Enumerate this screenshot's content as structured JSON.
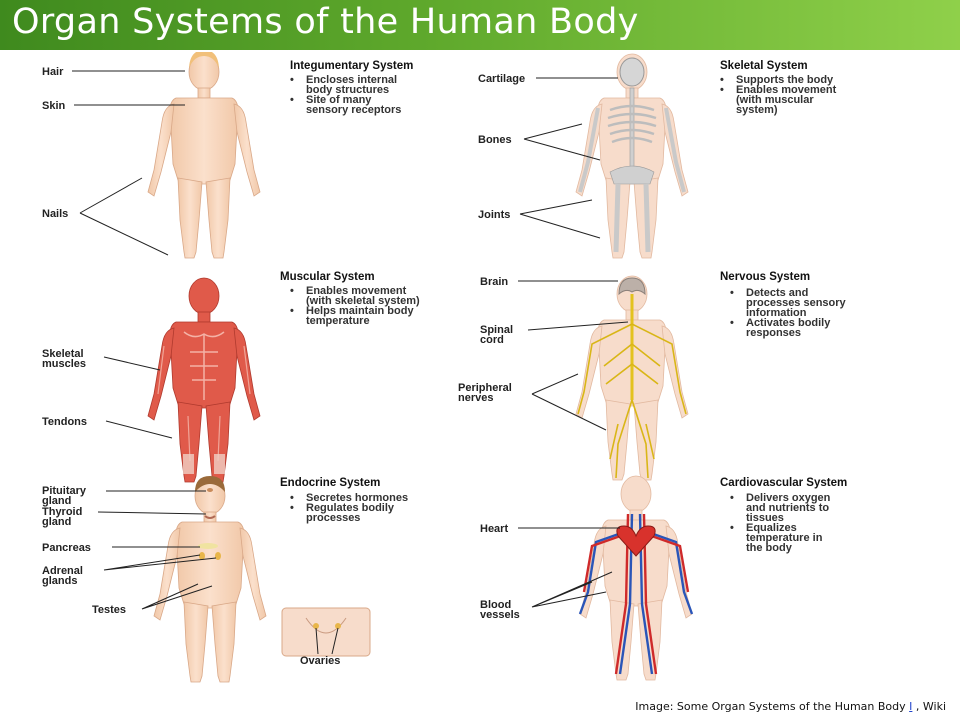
{
  "title": "Organ Systems of the Human Body",
  "caption": {
    "text": "Image: Some Organ Systems of the Human Body ",
    "link": "I",
    "suffix": " , Wiki"
  },
  "panels": {
    "integumentary": {
      "heading": "Integumentary System",
      "bullets": [
        "Encloses internal",
        "body structures",
        "Site of many",
        "sensory receptors"
      ],
      "labels": {
        "hair": "Hair",
        "skin": "Skin",
        "nails": "Nails"
      }
    },
    "skeletal": {
      "heading": "Skeletal System",
      "bullets": [
        "Supports the body",
        "Enables movement",
        "(with muscular",
        "system)"
      ],
      "labels": {
        "cartilage": "Cartilage",
        "bones": "Bones",
        "joints": "Joints"
      }
    },
    "muscular": {
      "heading": "Muscular System",
      "bullets": [
        "Enables movement",
        "(with skeletal system)",
        "Helps maintain body",
        "temperature"
      ],
      "labels": {
        "skeletal1": "Skeletal",
        "skeletal2": "muscles",
        "tendons": "Tendons"
      }
    },
    "nervous": {
      "heading": "Nervous System",
      "bullets": [
        "Detects and",
        "processes sensory",
        "information",
        "Activates bodily",
        "responses"
      ],
      "labels": {
        "brain": "Brain",
        "spinal1": "Spinal",
        "spinal2": "cord",
        "peripheral1": "Peripheral",
        "peripheral2": "nerves"
      }
    },
    "endocrine": {
      "heading": "Endocrine System",
      "bullets": [
        "Secretes hormones",
        "Regulates bodily",
        "processes"
      ],
      "labels": {
        "pituitary1": "Pituitary",
        "pituitary2": "gland",
        "thyroid1": "Thyroid",
        "thyroid2": "gland",
        "pancreas": "Pancreas",
        "adrenal1": "Adrenal",
        "adrenal2": "glands",
        "testes": "Testes",
        "ovaries": "Ovaries"
      }
    },
    "cardiovascular": {
      "heading": "Cardiovascular System",
      "bullets": [
        "Delivers oxygen",
        "and nutrients to",
        "tissues",
        "Equalizes",
        "temperature in",
        "the body"
      ],
      "labels": {
        "heart": "Heart",
        "blood1": "Blood",
        "blood2": "vessels"
      }
    }
  }
}
